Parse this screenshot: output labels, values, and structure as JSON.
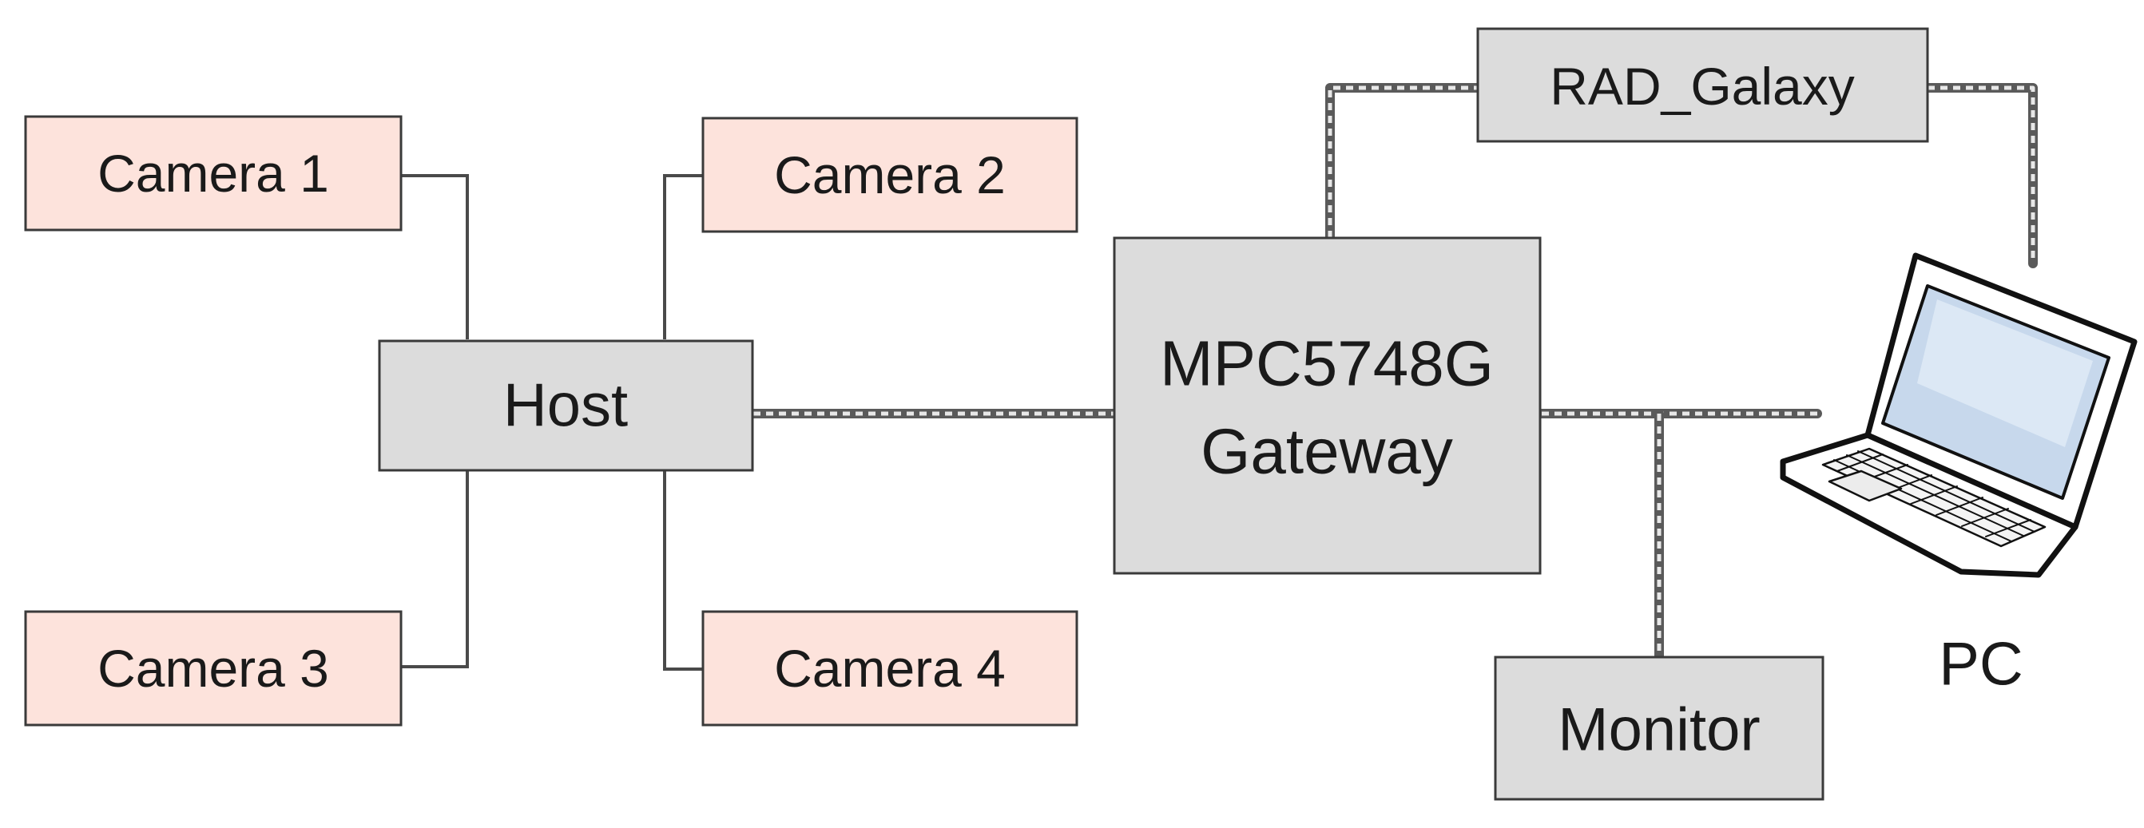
{
  "nodes": {
    "camera1": "Camera 1",
    "camera2": "Camera 2",
    "camera3": "Camera 3",
    "camera4": "Camera 4",
    "host": "Host",
    "gateway_line1": "MPC5748G",
    "gateway_line2": "Gateway",
    "rad_galaxy": "RAD_Galaxy",
    "monitor": "Monitor",
    "pc": "PC"
  },
  "colors": {
    "camera_fill": "#fde3dc",
    "device_fill": "#dcdcdc",
    "outline": "#3a3a3a"
  },
  "icons": {
    "pc": "laptop-icon"
  }
}
